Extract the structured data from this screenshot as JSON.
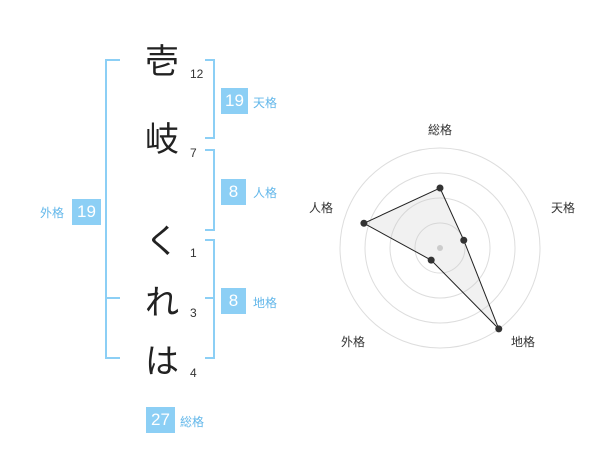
{
  "name_chars": [
    {
      "char": "壱",
      "strokes": "12"
    },
    {
      "char": "岐",
      "strokes": "7"
    },
    {
      "char": "く",
      "strokes": "1"
    },
    {
      "char": "れ",
      "strokes": "3"
    },
    {
      "char": "は",
      "strokes": "4"
    }
  ],
  "kakusu": {
    "tenkaku": {
      "value": "19",
      "label": "天格"
    },
    "jinkaku": {
      "value": "8",
      "label": "人格"
    },
    "chikaku": {
      "value": "8",
      "label": "地格"
    },
    "gaikaku": {
      "value": "19",
      "label": "外格"
    },
    "soukaku": {
      "value": "27",
      "label": "総格"
    }
  },
  "colors": {
    "accent": "#8ccff5",
    "label": "#62b7ea",
    "bracket": "#8ccff5"
  },
  "chart_data": {
    "type": "radar",
    "axes": [
      "総格",
      "天格",
      "地格",
      "外格",
      "人格"
    ],
    "values": [
      0.6,
      0.25,
      1.0,
      0.15,
      0.8
    ],
    "rings": 4,
    "range": [
      0,
      1
    ]
  }
}
